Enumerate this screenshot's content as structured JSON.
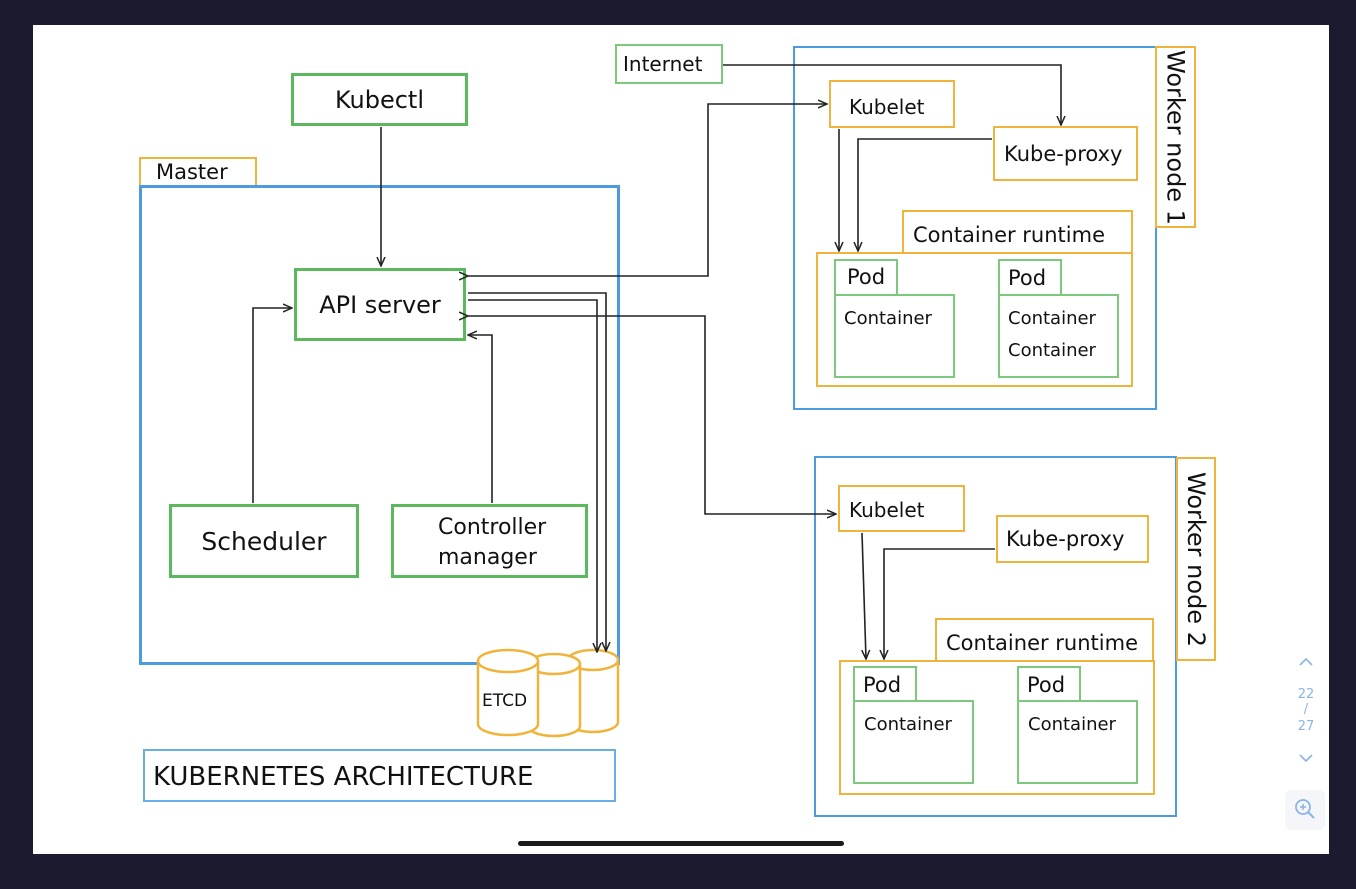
{
  "diagram": {
    "kubectl": "Kubectl",
    "master": "Master",
    "api_server": "API server",
    "scheduler": "Scheduler",
    "controller_manager_line1": "Controller",
    "controller_manager_line2": "manager",
    "etcd": "ETCD",
    "title": "KUBERNETES  ARCHITECTURE",
    "internet": "Internet",
    "worker1": {
      "label": "Worker node 1",
      "kubelet": "Kubelet",
      "kube_proxy": "Kube-proxy",
      "runtime": "Container runtime",
      "pod_a": "Pod",
      "pod_a_container": "Container",
      "pod_b": "Pod",
      "pod_b_container1": "Container",
      "pod_b_container2": "Container"
    },
    "worker2": {
      "label": "Worker node 2",
      "kubelet": "Kubelet",
      "kube_proxy": "Kube-proxy",
      "runtime": "Container runtime",
      "pod_a": "Pod",
      "pod_a_container": "Container",
      "pod_b": "Pod",
      "pod_b_container": "Container"
    }
  },
  "viewer": {
    "current_page": "22",
    "separator": "/",
    "total_pages": "27",
    "up_icon": "chevron-up-icon",
    "down_icon": "chevron-down-icon",
    "zoom_icon": "zoom-in-icon"
  },
  "colors": {
    "green": "#5cb85c",
    "orange": "#f0b43c",
    "blue": "#4a9be0"
  }
}
